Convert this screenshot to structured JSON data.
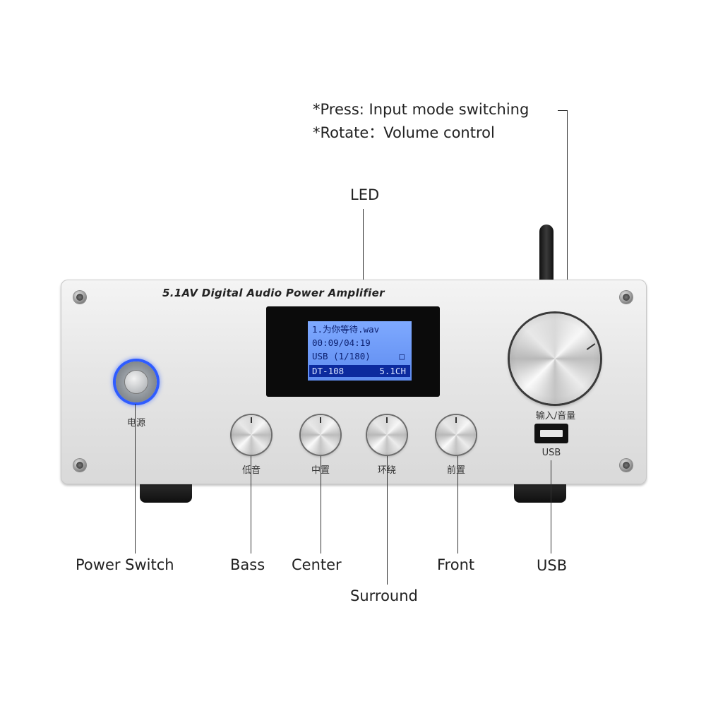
{
  "callouts": {
    "knob_press": "*Press: Input mode switching",
    "knob_rotate": "*Rotate：Volume control",
    "led": "LED",
    "power_switch": "Power Switch",
    "bass": "Bass",
    "center": "Center",
    "surround": "Surround",
    "front": "Front",
    "usb": "USB"
  },
  "panel": {
    "title": "5.1AV Digital Audio Power Amplifier",
    "power_label": "电源",
    "volume_label": "输入/音量",
    "usb_label": "USB",
    "knob_labels": [
      "低音",
      "中置",
      "环绕",
      "前置"
    ]
  },
  "lcd": {
    "line1": "1.为你等待.wav",
    "line2": "00:09/04:19",
    "line3": "USB (1/180)",
    "line3_icon": "□",
    "line4_left": "DT-108",
    "line4_right": "5.1CH"
  },
  "colors": {
    "power_ring": "#2f5cff",
    "lcd_background": "#6f9cf8",
    "lcd_highlight": "#0c2a9e"
  }
}
